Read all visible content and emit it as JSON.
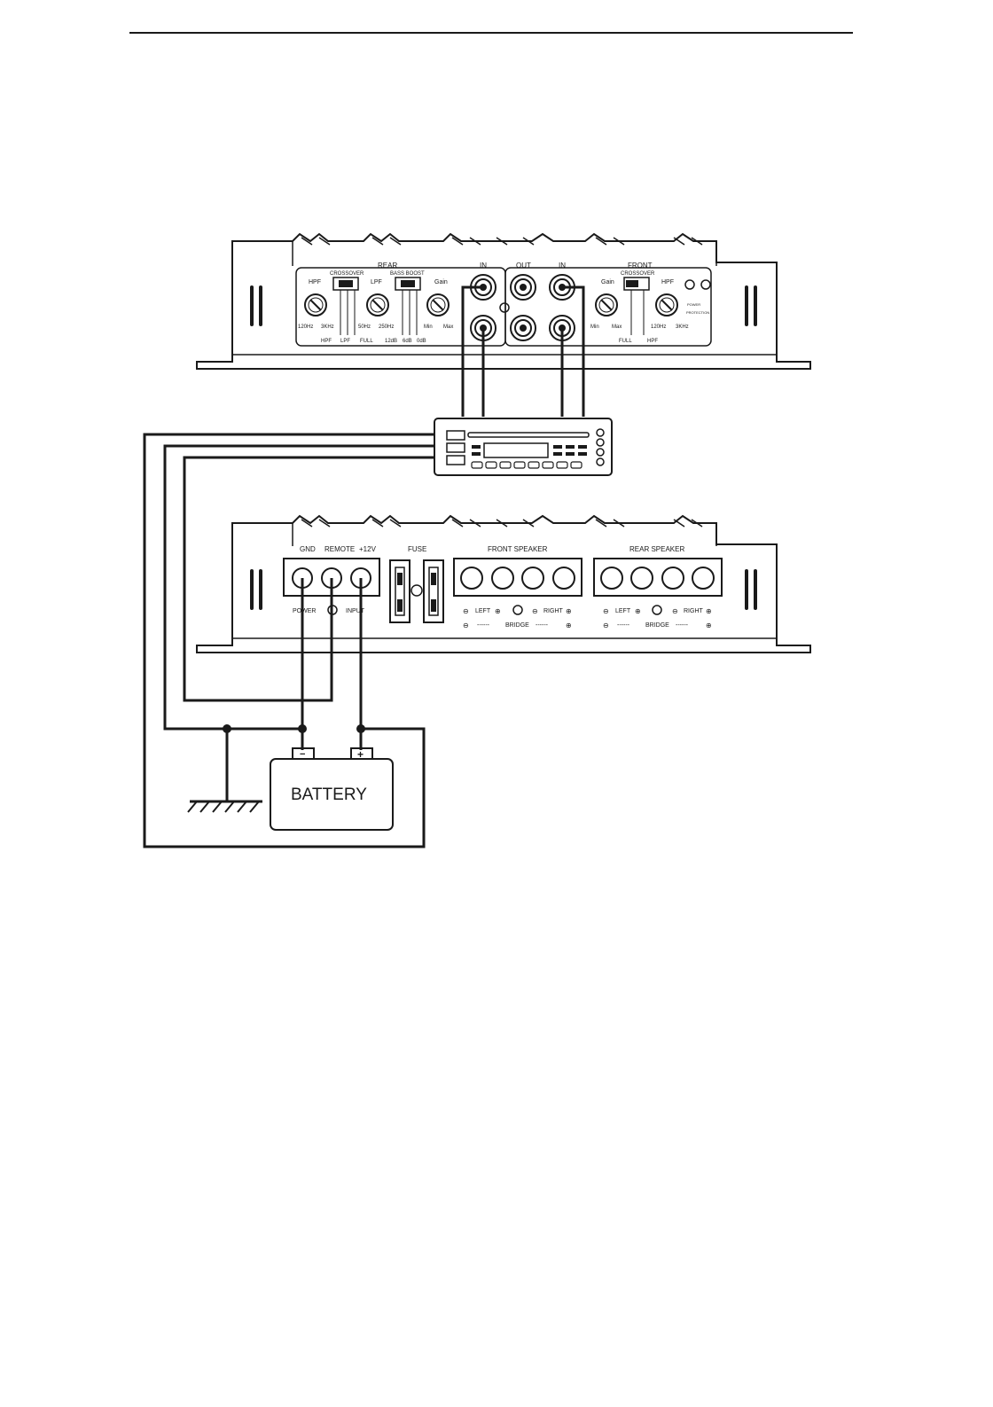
{
  "top_amp": {
    "rear": {
      "section": "REAR",
      "crossover": "CROSSOVER",
      "bass_boost": "BASS BOOST",
      "hpf": "HPF",
      "lpf": "LPF",
      "gain": "Gain",
      "hz120": "120Hz",
      "khz3": "3KHz",
      "hz50": "50Hz",
      "hz250": "250Hz",
      "min": "Min",
      "max": "Max",
      "sw_hpf": "HPF",
      "sw_lpf": "LPF",
      "sw_full": "FULL",
      "db12": "12dB",
      "db6": "6dB",
      "db0": "0dB",
      "in": "IN"
    },
    "front": {
      "section": "FRONT",
      "out": "OUT",
      "in": "IN",
      "crossover": "CROSSOVER",
      "gain": "Gain",
      "hpf": "HPF",
      "min": "Min",
      "max": "Max",
      "hz120": "120Hz",
      "khz3": "3KHz",
      "sw_full": "FULL",
      "sw_hpf": "HPF",
      "power": "POWER",
      "protection": "PROTECTION"
    }
  },
  "bottom_amp": {
    "gnd": "GND",
    "remote": "REMOTE",
    "v12": "+12V",
    "fuse": "FUSE",
    "front_speaker": "FRONT SPEAKER",
    "rear_speaker": "REAR SPEAKER",
    "power": "POWER",
    "input": "INPUT",
    "left": "LEFT",
    "right": "RIGHT",
    "bridge": "BRIDGE",
    "bridge_dashes": "------",
    "plus": "⊕",
    "minus": "⊖"
  },
  "battery": {
    "label": "BATTERY",
    "neg": "−",
    "pos": "+"
  }
}
